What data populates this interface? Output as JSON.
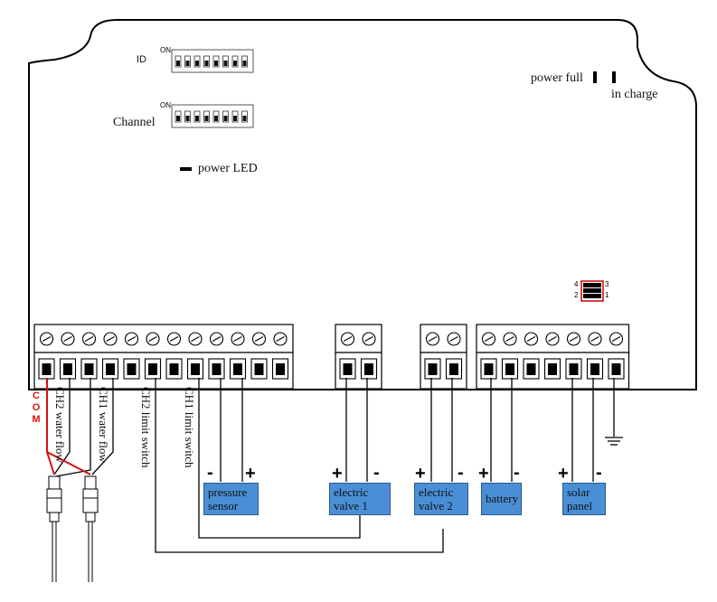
{
  "board": {
    "id_label": "ID",
    "channel_label": "Channel",
    "power_led_label": "power LED",
    "power_full_label": "power full",
    "in_charge_label": "in charge",
    "dip_on_label": "ON",
    "jumper_labels": [
      "4",
      "3",
      "2",
      "1"
    ]
  },
  "wires": {
    "com_label": "COM",
    "ch2_water_flow": "CH2 water flow",
    "ch1_water_flow": "CH1 water flow",
    "ch2_limit_switch": "CH2 limit switch",
    "ch1_limit_switch": "CH1 limit switch"
  },
  "devices": [
    {
      "id": "pressure-sensor",
      "line1": "pressure",
      "line2": "sensor",
      "minus": "-",
      "plus": "+"
    },
    {
      "id": "electric-valve-1",
      "line1": "electric",
      "line2": "valve 1",
      "minus": "-",
      "plus": "+"
    },
    {
      "id": "electric-valve-2",
      "line1": "electric",
      "line2": "valve 2",
      "minus": "-",
      "plus": "+"
    },
    {
      "id": "battery",
      "line1": "battery",
      "line2": "",
      "minus": "-",
      "plus": "+"
    },
    {
      "id": "solar-panel",
      "line1": "solar",
      "line2": "panel",
      "minus": "-",
      "plus": "+"
    }
  ],
  "colors": {
    "device_box": "#4a8fd6",
    "com_wire": "#d11111",
    "jumper": "#d11111"
  }
}
